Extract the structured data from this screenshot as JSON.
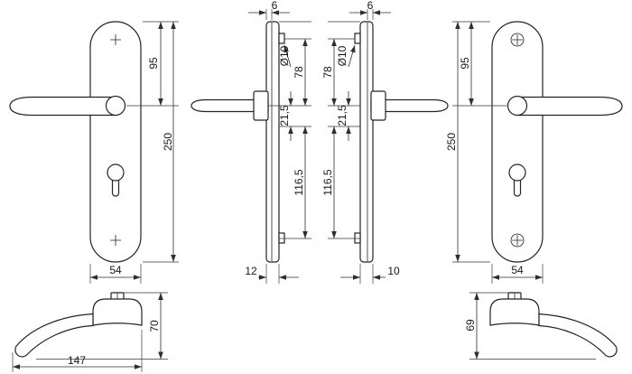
{
  "page": {
    "background": "#ffffff",
    "line_color": "#232323"
  },
  "views": {
    "left_plate": {
      "height_to_handle": "95",
      "total_height": "250",
      "width": "54"
    },
    "left_profile": {
      "top_depth": "6",
      "hole_dia": "Ø10",
      "upper_span": "78",
      "handle_to_hole": "21,5",
      "lower_span": "116,5",
      "depth": "12"
    },
    "right_profile": {
      "top_depth": "6",
      "hole_dia": "Ø10",
      "upper_span": "78",
      "handle_to_hole": "21,5",
      "lower_span": "116,5",
      "depth": "10"
    },
    "right_plate": {
      "height_to_handle": "95",
      "total_height": "250",
      "width": "54"
    },
    "left_handle": {
      "height": "70",
      "length": "147"
    },
    "right_handle": {
      "height": "69"
    }
  }
}
